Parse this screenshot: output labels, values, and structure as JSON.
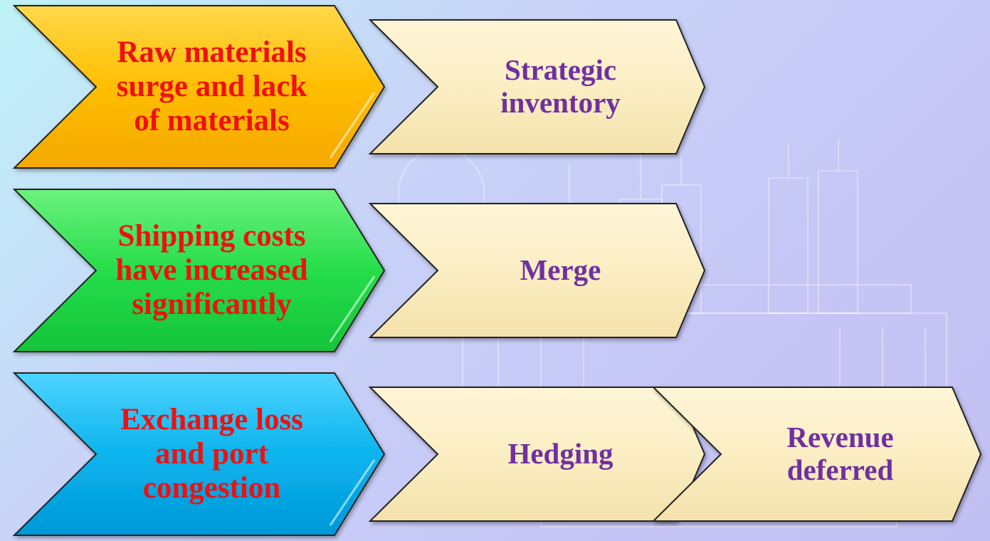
{
  "colors": {
    "problem_text": "#ee1111",
    "solution_text": "#7030a0",
    "chevron_orange": "#ffbe00",
    "chevron_green": "#26dd4a",
    "chevron_blue": "#0bb4ee",
    "chevron_cream": "#fbeec3"
  },
  "background_image": "transformer-outline",
  "rows": [
    {
      "problem": {
        "text": "Raw materials\nsurge and lack\nof materials",
        "color": "orange"
      },
      "solutions": [
        {
          "text": "Strategic\ninventory"
        }
      ]
    },
    {
      "problem": {
        "text": "Shipping costs\nhave increased\nsignificantly",
        "color": "green"
      },
      "solutions": [
        {
          "text": "Merge"
        }
      ]
    },
    {
      "problem": {
        "text": "Exchange loss\nand port\ncongestion",
        "color": "blue"
      },
      "solutions": [
        {
          "text": "Hedging"
        },
        {
          "text": "Revenue\ndeferred"
        }
      ]
    }
  ]
}
